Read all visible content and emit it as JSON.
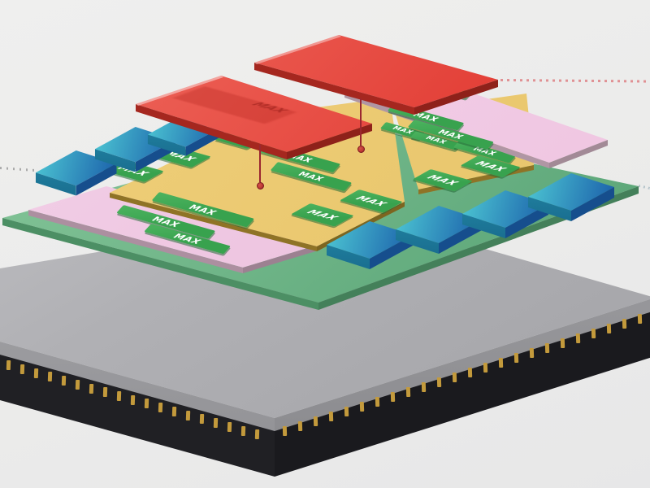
{
  "scene": {
    "description": "Exploded 3D diagram of a multi-chip processor package on a board",
    "background": "#ececec"
  },
  "labels": {
    "max": "MAX"
  },
  "colors": {
    "lid_red": "#e23c34",
    "lid_red_light": "#ef6a5f",
    "lid_side": "#a5271f",
    "lid_side_dark": "#8e211a",
    "tim_pink": "#f4d2e9",
    "tim_pink_dark": "#e6b7d7",
    "tim_side": "#ac8fa0",
    "die_yellow": "#f0d07c",
    "die_yellow_dark": "#e5c164",
    "die_edge_gold": "#8f7326",
    "chiplet_green": "#38a24e",
    "chiplet_green_light": "#4cb35f",
    "interposer_green_light": "#8ccb9f",
    "interposer_green": "#5ea87a",
    "interposer_side": "#4c8f64",
    "memory_teal": "#49bfd0",
    "memory_blue": "#1d63ac",
    "memory_side_left": "#2388a7",
    "memory_side_right": "#164e8d",
    "pcb_gray_light": "#c6c6c9",
    "pcb_gray": "#a2a2a6",
    "pcb_side": "#8f8f93",
    "substrate_black": "#202024",
    "pad_gold": "#c39a3c",
    "pin_red": "#9b2730",
    "pin_dot_red": "#bf3b33",
    "leader_pink": "#e09194",
    "leader_gray": "#a9a9a9",
    "leader_faint": "#b4c3ca"
  },
  "components": {
    "heat_spreader_lid_count": 2,
    "tim_layer_count": 2,
    "compute_die_count": 2,
    "max_chiplet_count": 18,
    "memory_chip_count": 7,
    "interposer_name": "silicon-interposer",
    "substrate_name": "package-substrate",
    "board_name": "base-board",
    "substrate_pad_count": 43
  },
  "annotations": {
    "attachment_pin_count": 2,
    "leader_line_count": 3
  }
}
